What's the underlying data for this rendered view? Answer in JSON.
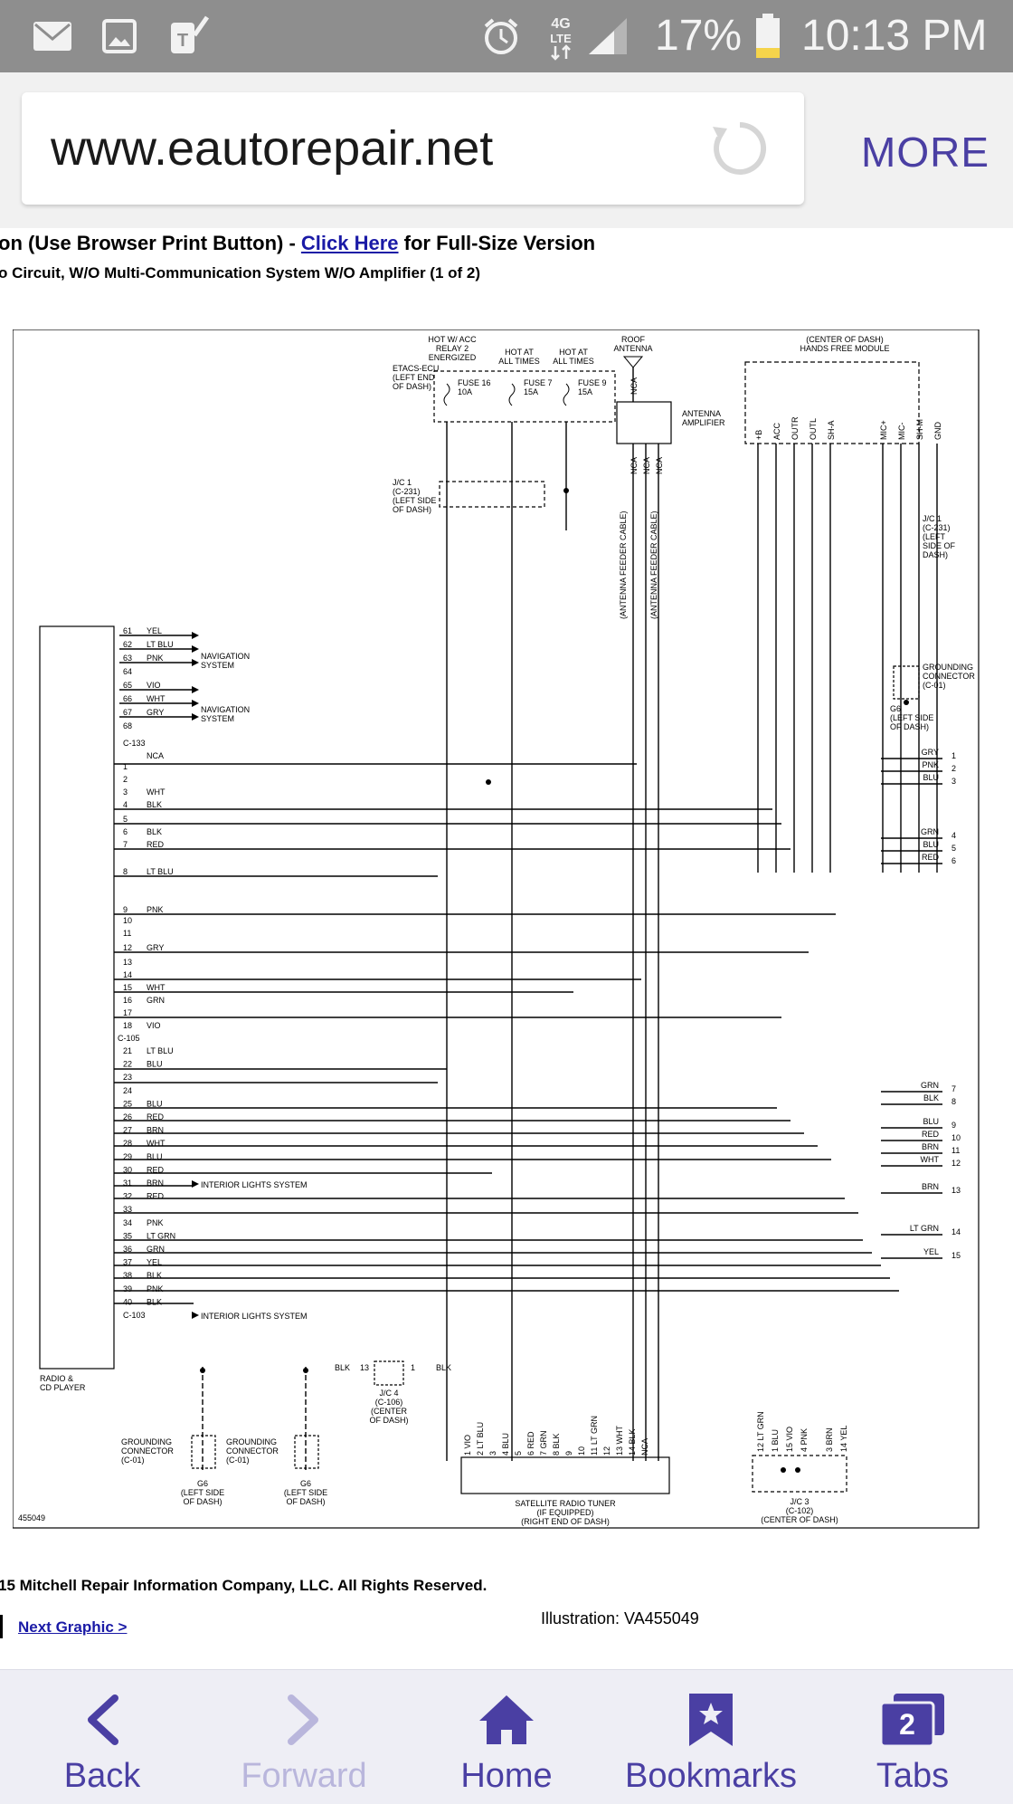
{
  "status_bar": {
    "network": "4G LTE",
    "battery": "17%",
    "time": "10:13 PM",
    "icons": [
      "mail-icon",
      "gallery-icon",
      "tmobile-icon",
      "alarm-icon",
      "4g-lte-icon",
      "signal-icon",
      "battery-icon"
    ]
  },
  "browser": {
    "url": "www.eautorepair.net",
    "more_label": "MORE"
  },
  "page": {
    "title_prefix": "on (Use Browser Print Button) - ",
    "title_link": "Click Here",
    "title_suffix": " for Full-Size Version",
    "subtitle": "o Circuit, W/O Multi-Communication System W/O Amplifier (1 of 2)",
    "copyright": "15 Mitchell Repair Information Company, LLC.  All Rights Reserved.",
    "next_link": "Next Graphic >",
    "illustration": "Illustration: VA455049"
  },
  "diagram": {
    "id": "455049",
    "radio_label": [
      "RADIO &",
      "CD PLAYER"
    ],
    "connector_c133": "C-133",
    "connector_c105": "C-105",
    "connector_c103": "C-103",
    "nav_system": [
      "NAVIGATION",
      "SYSTEM"
    ],
    "interior_lights": "INTERIOR LIGHTS SYSTEM",
    "roof_antenna": [
      "ROOF",
      "ANTENNA"
    ],
    "antenna_amp": [
      "ANTENNA",
      "AMPLIFIER"
    ],
    "hands_free": [
      "(CENTER OF DASH)",
      "HANDS FREE MODULE"
    ],
    "hot_acc": [
      "HOT W/ ACC",
      "RELAY 2",
      "ENERGIZED"
    ],
    "hot_all1": [
      "HOT AT",
      "ALL TIMES"
    ],
    "hot_all2": [
      "HOT AT",
      "ALL TIMES"
    ],
    "etacs": [
      "ETACS-ECU",
      "(LEFT END",
      "OF DASH)"
    ],
    "fuse16": [
      "FUSE 16",
      "10A"
    ],
    "fuse7": [
      "FUSE 7",
      "15A"
    ],
    "fuse9": [
      "FUSE 9",
      "15A"
    ],
    "jc1_left": [
      "J/C 1",
      "(C-231)",
      "(LEFT SIDE",
      "OF DASH)"
    ],
    "jc1_right": [
      "J/C 1",
      "(C-231)",
      "(LEFT",
      "SIDE OF",
      "DASH)"
    ],
    "grounding_right": [
      "GROUNDING",
      "CONNECTOR",
      "(C-01)"
    ],
    "g6_right": [
      "G6",
      "(LEFT SIDE",
      "OF DASH)"
    ],
    "satellite": [
      "SATELLITE RADIO TUNER",
      "(IF EQUIPPED)",
      "(RIGHT END OF DASH)"
    ],
    "jc3": [
      "J/C 3",
      "(C-102)",
      "(CENTER OF DASH)"
    ],
    "jc4": [
      "J/C 4",
      "(C-106)",
      "(CENTER",
      "OF DASH)"
    ],
    "ground1": [
      "GROUNDING",
      "CONNECTOR",
      "(C-01)"
    ],
    "ground2": [
      "GROUNDING",
      "CONNECTOR",
      "(C-01)"
    ],
    "g6_1": [
      "G6",
      "(LEFT SIDE",
      "OF DASH)"
    ],
    "g6_2": [
      "G6",
      "(LEFT SIDE",
      "OF DASH)"
    ],
    "nav_pins": [
      {
        "pin": "61",
        "color": "YEL"
      },
      {
        "pin": "62",
        "color": "LT BLU"
      },
      {
        "pin": "63",
        "color": "PNK"
      },
      {
        "pin": "64",
        "color": ""
      },
      {
        "pin": "65",
        "color": "VIO"
      },
      {
        "pin": "66",
        "color": "WHT"
      },
      {
        "pin": "67",
        "color": "GRY"
      },
      {
        "pin": "68",
        "color": ""
      }
    ],
    "pins_c105": [
      {
        "pin": "1",
        "color": ""
      },
      {
        "pin": "2",
        "color": ""
      },
      {
        "pin": "3",
        "color": "WHT"
      },
      {
        "pin": "4",
        "color": "BLK"
      },
      {
        "pin": "5",
        "color": ""
      },
      {
        "pin": "6",
        "color": "BLK"
      },
      {
        "pin": "7",
        "color": "RED"
      },
      {
        "pin": "8",
        "color": "LT BLU"
      },
      {
        "pin": "9",
        "color": "PNK"
      },
      {
        "pin": "10",
        "color": ""
      },
      {
        "pin": "11",
        "color": ""
      },
      {
        "pin": "12",
        "color": "GRY"
      },
      {
        "pin": "13",
        "color": ""
      },
      {
        "pin": "14",
        "color": ""
      },
      {
        "pin": "15",
        "color": "WHT"
      },
      {
        "pin": "16",
        "color": "GRN"
      },
      {
        "pin": "17",
        "color": ""
      },
      {
        "pin": "18",
        "color": "VIO"
      }
    ],
    "pins_c103": [
      {
        "pin": "21",
        "color": "LT BLU"
      },
      {
        "pin": "22",
        "color": "BLU"
      },
      {
        "pin": "23",
        "color": ""
      },
      {
        "pin": "24",
        "color": ""
      },
      {
        "pin": "25",
        "color": "BLU"
      },
      {
        "pin": "26",
        "color": "RED"
      },
      {
        "pin": "27",
        "color": "BRN"
      },
      {
        "pin": "28",
        "color": "WHT"
      },
      {
        "pin": "29",
        "color": "BLU"
      },
      {
        "pin": "30",
        "color": "RED"
      },
      {
        "pin": "31",
        "color": "BRN"
      },
      {
        "pin": "32",
        "color": "RED"
      },
      {
        "pin": "33",
        "color": ""
      },
      {
        "pin": "34",
        "color": "PNK"
      },
      {
        "pin": "35",
        "color": "LT GRN"
      },
      {
        "pin": "36",
        "color": "GRN"
      },
      {
        "pin": "37",
        "color": "YEL"
      },
      {
        "pin": "38",
        "color": "BLK"
      },
      {
        "pin": "39",
        "color": "PNK"
      },
      {
        "pin": "40",
        "color": "BLK"
      }
    ],
    "nca_label": "NCA",
    "right_refs": [
      {
        "num": "1",
        "color": "GRY"
      },
      {
        "num": "2",
        "color": "PNK"
      },
      {
        "num": "3",
        "color": "BLU"
      },
      {
        "num": "4",
        "color": "GRN"
      },
      {
        "num": "5",
        "color": "BLU"
      },
      {
        "num": "6",
        "color": "RED"
      },
      {
        "num": "7",
        "color": "GRN"
      },
      {
        "num": "8",
        "color": "BLK"
      },
      {
        "num": "9",
        "color": "BLU"
      },
      {
        "num": "10",
        "color": "RED"
      },
      {
        "num": "11",
        "color": "BRN"
      },
      {
        "num": "12",
        "color": "WHT"
      },
      {
        "num": "13",
        "color": "BRN"
      },
      {
        "num": "14",
        "color": "LT GRN"
      },
      {
        "num": "15",
        "color": "YEL"
      }
    ],
    "hfm_pins": [
      "+B",
      "ACC",
      "OUTR",
      "OUTL",
      "SH-A",
      "MIC+",
      "MIC-",
      "SH-M",
      "GND"
    ],
    "sat_pins": [
      "1 VIO",
      "2 LT BLU",
      "3",
      "4 BLU",
      "5",
      "6 RED",
      "7 GRN",
      "8 BLK",
      "9",
      "10",
      "11 LT GRN",
      "12",
      "13 WHT",
      "14 BLK",
      "NCA"
    ],
    "jc3_pins": [
      "12 LT GRN",
      "1 BLU",
      "15 VIO",
      "4 PNK",
      "3 BRN",
      "14 YEL"
    ],
    "jc4_text": [
      "BLK",
      "13",
      "1",
      "BLK"
    ],
    "antenna_cable": "(ANTENNA FEEDER CABLE)"
  },
  "bottom_nav": [
    {
      "label": "Back",
      "icon": "back-arrow-icon",
      "enabled": true
    },
    {
      "label": "Forward",
      "icon": "forward-arrow-icon",
      "enabled": false
    },
    {
      "label": "Home",
      "icon": "home-icon",
      "enabled": true
    },
    {
      "label": "Bookmarks",
      "icon": "bookmark-icon",
      "enabled": true
    },
    {
      "label": "Tabs",
      "icon": "tabs-icon",
      "enabled": true,
      "badge": "2"
    }
  ],
  "colors": {
    "accent": "#4a3fa3",
    "status_bar": "#8e8e8e",
    "link": "#1a1aa6",
    "battery_level": "#f5d44b"
  }
}
